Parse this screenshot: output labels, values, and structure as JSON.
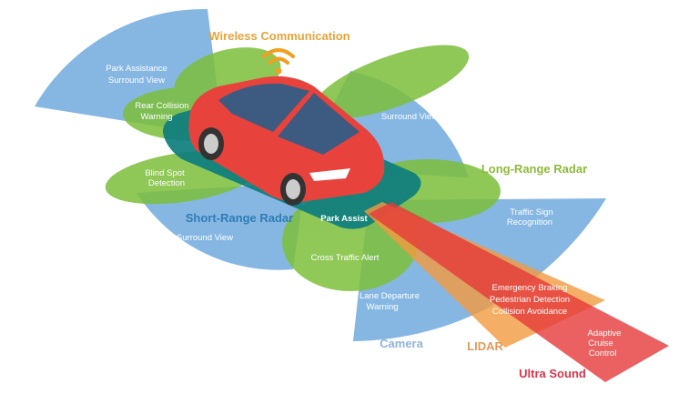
{
  "colors": {
    "blue": "#86b7e3",
    "green": "#7cbf3a",
    "teal": "#0e7d7d",
    "red": "#e63a3a",
    "orange": "#f29a3f",
    "car": "#e8423c",
    "wireless": "#e8a33a",
    "short_range": "#2e7db5",
    "long_range": "#8dbb3a",
    "camera": "#8fb3d9",
    "lidar": "#e29a5c",
    "ultrasound": "#d9344a"
  },
  "titles": {
    "wireless": "Wireless Communication",
    "short_range": "Short-Range Radar",
    "long_range": "Long-Range Radar",
    "camera": "Camera",
    "lidar": "LIDAR",
    "ultrasound": "Ultra Sound"
  },
  "labels": {
    "park_assistance": [
      "Park Assistance",
      "Surround View"
    ],
    "rear_collision": [
      "Rear Collision",
      "Warning"
    ],
    "blind_spot": [
      "Blind Spot",
      "Detection"
    ],
    "surround_left": "Surround View",
    "surround_right": "Surround View",
    "park_assist": "Park Assist",
    "cross_traffic": "Cross Traffic Alert",
    "traffic_sign": [
      "Traffic Sign",
      "Recognition"
    ],
    "lane_departure": [
      "Lane Departure",
      "Warning"
    ],
    "emergency": [
      "Emergency Braking",
      "Pedestrian Detection",
      "Collision Avoidance"
    ],
    "acc": [
      "Adaptive",
      "Cruise",
      "Control"
    ]
  },
  "icons": {
    "wireless": "wifi-icon",
    "vehicle": "car-icon"
  }
}
